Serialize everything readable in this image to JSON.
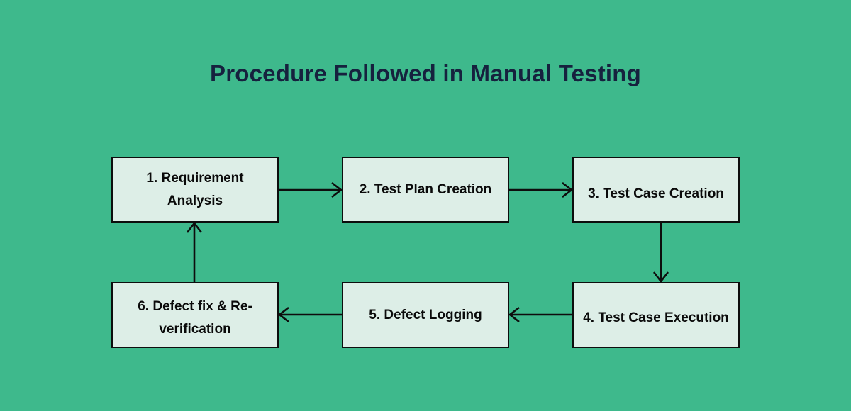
{
  "diagram": {
    "title": "Procedure Followed in Manual Testing",
    "background_color": "#3eb98c",
    "node_fill_color": "#ddeee7",
    "node_border_color": "#0d0d0d",
    "title_color": "#16213e",
    "text_color": "#0a0a0a",
    "nodes": [
      {
        "id": "1",
        "label": "1. Requirement Analysis"
      },
      {
        "id": "2",
        "label": "2. Test Plan Creation"
      },
      {
        "id": "3",
        "label": "3. Test Case Creation"
      },
      {
        "id": "4",
        "label": "4. Test Case Execution"
      },
      {
        "id": "5",
        "label": "5. Defect Logging"
      },
      {
        "id": "6",
        "label": "6. Defect fix & Re-verification"
      }
    ],
    "connectors": [
      {
        "id": "1-to-2",
        "from": "1",
        "to": "2",
        "direction": "right"
      },
      {
        "id": "2-to-3",
        "from": "2",
        "to": "3",
        "direction": "right"
      },
      {
        "id": "3-to-4",
        "from": "3",
        "to": "4",
        "direction": "down"
      },
      {
        "id": "4-to-5",
        "from": "4",
        "to": "5",
        "direction": "left"
      },
      {
        "id": "5-to-6",
        "from": "5",
        "to": "6",
        "direction": "left"
      },
      {
        "id": "6-to-1",
        "from": "6",
        "to": "1",
        "direction": "up"
      }
    ]
  }
}
